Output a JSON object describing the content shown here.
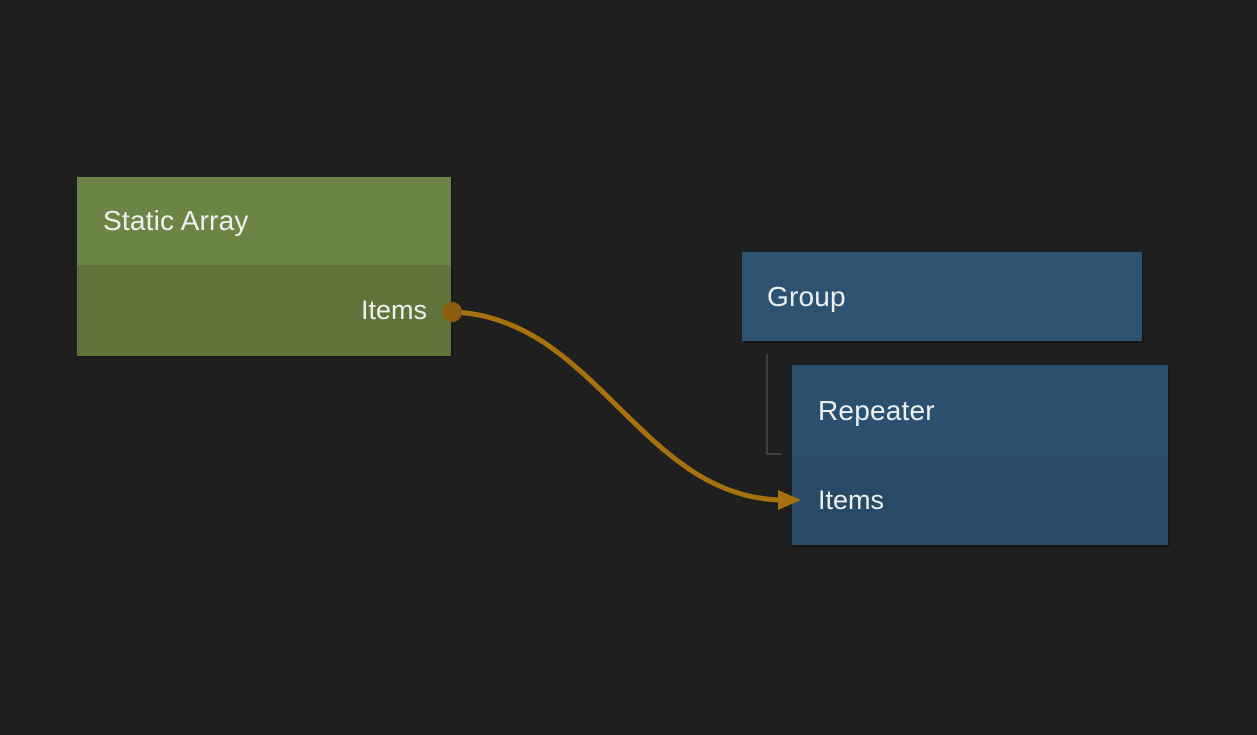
{
  "canvas": {
    "background_color": "#1f1f20",
    "text_color": "#edeff0"
  },
  "nodes": {
    "static_array": {
      "title": "Static Array",
      "header_color": "#6d8544",
      "body_color": "#5e7438",
      "output_port_label": "Items"
    },
    "group": {
      "title": "Group",
      "header_color": "#2d5272"
    },
    "repeater": {
      "title": "Repeater",
      "header_color": "#2c506f",
      "body_color": "#284a66",
      "input_port_label": "Items"
    }
  },
  "connection": {
    "from_node": "Static Array",
    "from_port": "Items",
    "to_node": "Repeater",
    "to_port": "Items",
    "line_color": "#a5720e",
    "port_dot_color": "#8c5f10"
  },
  "hierarchy_link": {
    "parent": "Group",
    "child": "Repeater",
    "line_color": "#3e3e3e"
  }
}
